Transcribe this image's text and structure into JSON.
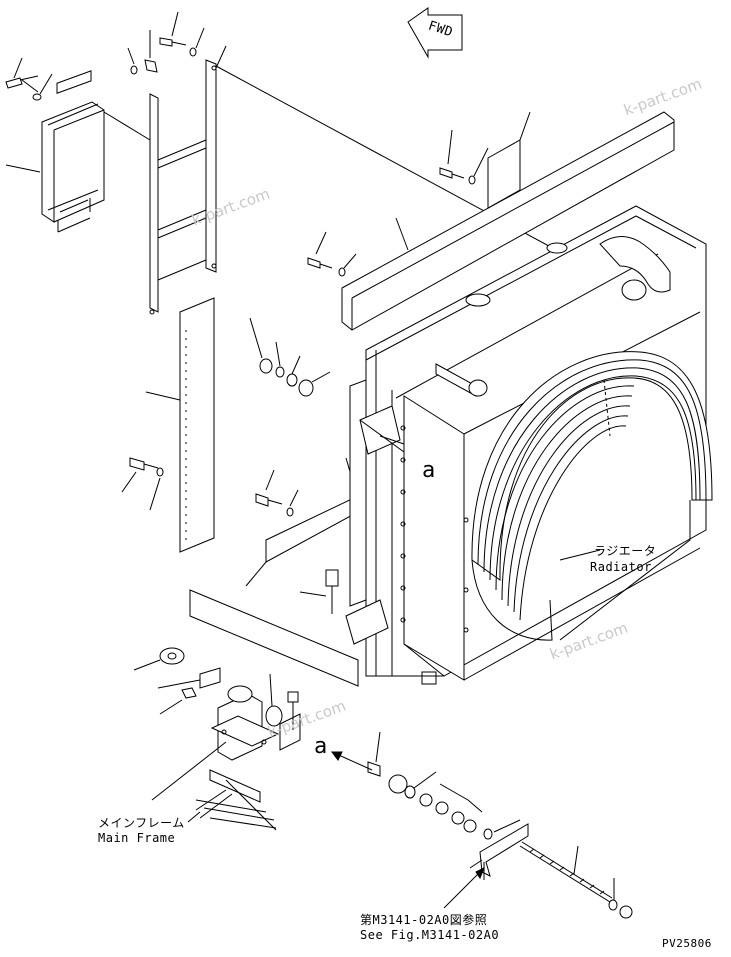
{
  "labels": {
    "radiator_jp": "ラジエータ",
    "radiator_en": "Radiator",
    "main_frame_jp": "メインフレーム",
    "main_frame_en": "Main Frame",
    "see_fig_jp": "第M3141-02A0図参照",
    "see_fig_en": "See Fig.M3141-02A0",
    "fwd": "FWD",
    "ref_a_upper": "a",
    "ref_a_lower": "a",
    "figure_id": "PV25806"
  },
  "watermarks": [
    "k-part.com",
    "k-part.com",
    "k-part.com",
    "k-part.com"
  ],
  "colors": {
    "line": "#000000",
    "watermark": "#c9c9c9",
    "background": "#ffffff"
  }
}
